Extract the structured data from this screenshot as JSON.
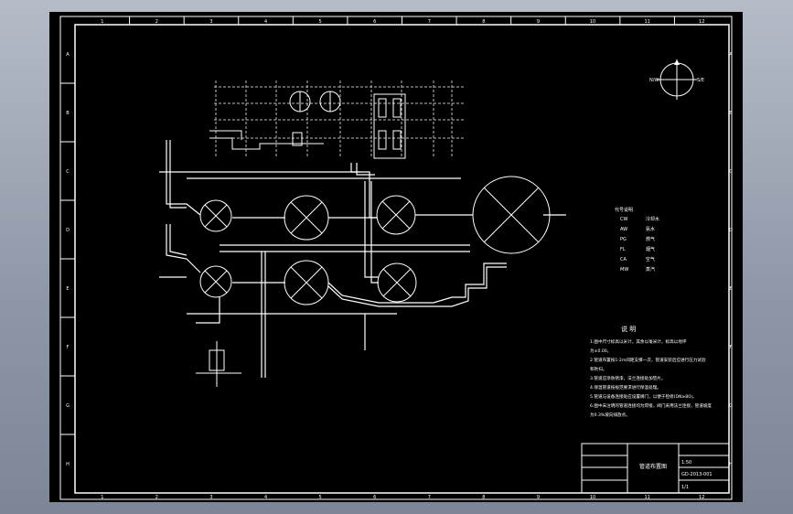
{
  "drawing": {
    "border_top_numbers": [
      "1",
      "2",
      "3",
      "4",
      "5",
      "6",
      "7",
      "8",
      "9",
      "10",
      "11",
      "12"
    ],
    "border_bottom_numbers": [
      "1",
      "2",
      "3",
      "4",
      "5",
      "6",
      "7",
      "8",
      "9",
      "10",
      "11",
      "12"
    ],
    "border_left_letters": [
      "A",
      "B",
      "C",
      "D",
      "E",
      "F",
      "G",
      "H"
    ],
    "border_right_letters": [
      "A",
      "B",
      "C",
      "D",
      "E",
      "F",
      "G",
      "H"
    ]
  },
  "compass": {
    "west": "N/W",
    "east": "S/E"
  },
  "legend": {
    "title": "代号说明",
    "items": [
      {
        "code": "CW",
        "desc": "冷却水"
      },
      {
        "code": "AW",
        "desc": "氨水"
      },
      {
        "code": "PG",
        "desc": "燃气"
      },
      {
        "code": "FL",
        "desc": "烟气"
      },
      {
        "code": "CA",
        "desc": "空气"
      },
      {
        "code": "MW",
        "desc": "蒸汽"
      }
    ]
  },
  "notes": {
    "title": "说 明",
    "lines": [
      "1.图中尺寸标高以米计，其余以毫米计，标高以地坪",
      "  为±0.00。",
      "2.管道布置按1-2m间距支撑一次，管道安装后应进行压力试验",
      "  和吹扫。",
      "3.管道应涂防锈漆，法兰连接处加垫片。",
      "4.保温管道按规范要求进行保温处理。",
      "5.管道与设备连接处应设置阀门，以便于检修(DN≥80)。",
      "6.图中未注明的管道连接均为焊接，阀门采用法兰连接，管道坡度",
      "  为0.3%坡向排放点。"
    ]
  },
  "title_block": {
    "drawing_title": "管道布置图",
    "drawing_number": "GD-2013-001",
    "scale": "1:50",
    "sheet": "1/1"
  }
}
